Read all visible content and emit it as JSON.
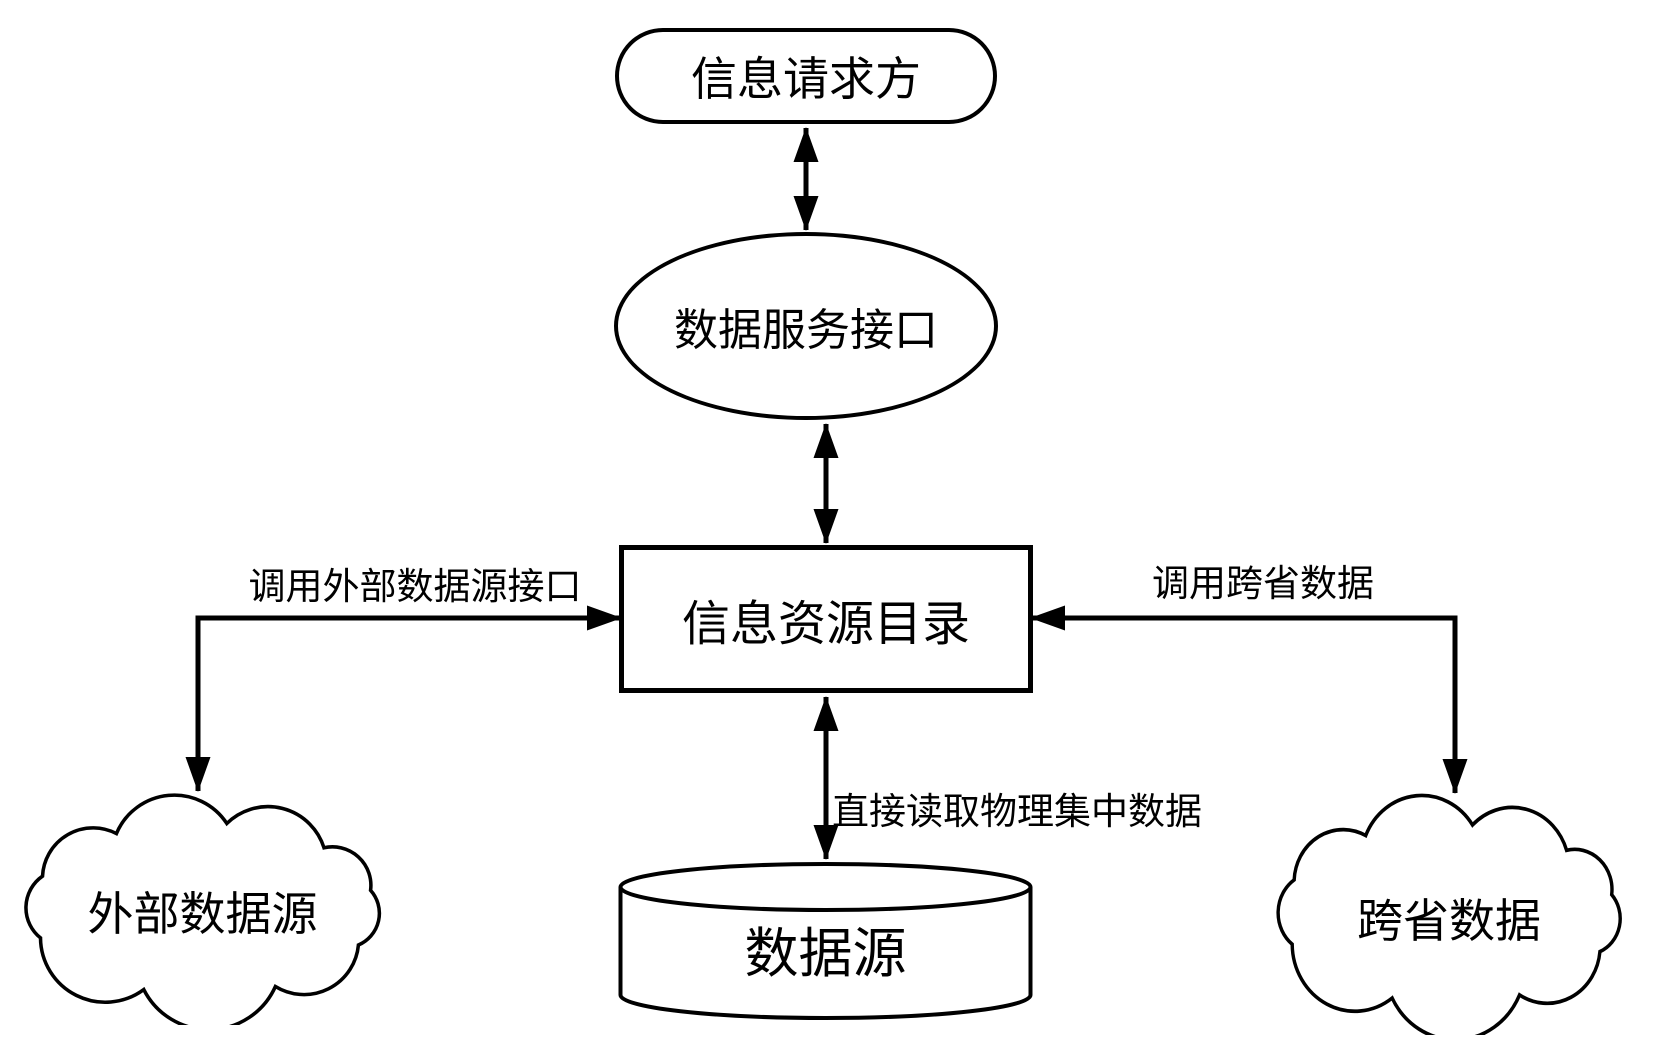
{
  "diagram": {
    "nodes": {
      "requester": {
        "label": "信息请求方",
        "shape": "stadium"
      },
      "service_interface": {
        "label": "数据服务接口",
        "shape": "ellipse"
      },
      "resource_catalog": {
        "label": "信息资源目录",
        "shape": "rectangle"
      },
      "data_source": {
        "label": "数据源",
        "shape": "cylinder"
      },
      "external_data_source": {
        "label": "外部数据源",
        "shape": "cloud"
      },
      "cross_province_data": {
        "label": "跨省数据",
        "shape": "cloud"
      }
    },
    "edges": {
      "requester_service": {
        "label": "",
        "type": "double-arrow"
      },
      "service_catalog": {
        "label": "",
        "type": "double-arrow"
      },
      "catalog_datasource": {
        "label": "直接读取物理集中数据",
        "type": "double-arrow"
      },
      "external_catalog": {
        "label": "调用外部数据源接口",
        "type": "elbow-double-arrow"
      },
      "cross_catalog": {
        "label": "调用跨省数据",
        "type": "elbow-double-arrow"
      }
    },
    "colors": {
      "stroke": "#000000",
      "fill": "#ffffff",
      "text": "#000000"
    }
  }
}
